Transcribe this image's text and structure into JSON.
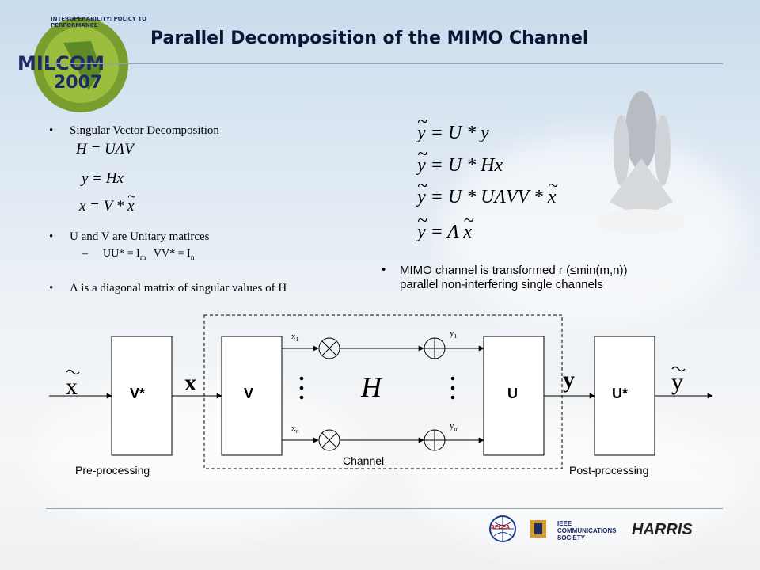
{
  "title": "Parallel Decomposition of the MIMO Channel",
  "logo": {
    "top_text": "INTEROPERABILITY: POLICY TO PERFORMANCE",
    "brand": "MILCOM",
    "year": "2007"
  },
  "left_bullets": {
    "svd_label": "Singular Vector Decomposition",
    "eq1": "H = UΛV",
    "eq2": "y = Hx",
    "eq3_left": "x = V *",
    "eq3_var": "x",
    "unitary": "U and V are Unitary matirces",
    "unitary_sub_a": "UU* = I",
    "unitary_sub_a_idx": "m",
    "unitary_sub_b": "VV* = I",
    "unitary_sub_b_idx": "n",
    "lambda": "Λ is a diagonal matrix of singular values of H"
  },
  "right_equations": {
    "e1": "= U * y",
    "e2": "= U * Hx",
    "e3": "= U * UΛVV *",
    "e3_tail": "x",
    "e4": "= Λ",
    "e4_tail": "x",
    "lhs": "y"
  },
  "mimo_note_line1": "MIMO channel is transformed r (≤min(m,n))",
  "mimo_note_line2": "parallel non-interfering single channels",
  "diagram": {
    "input_label": "x",
    "box1": "V*",
    "mid_label": "x",
    "box2": "V",
    "x1": "x",
    "x1_idx": "1",
    "xn": "x",
    "xn_idx": "n",
    "channel_H": "H",
    "y1": "y",
    "y1_idx": "1",
    "ym": "y",
    "ym_idx": "m",
    "box3": "U",
    "y_label": "y",
    "box4": "U*",
    "output_label": "y",
    "pre": "Pre-processing",
    "channel": "Channel",
    "post": "Post-processing"
  },
  "sponsors": {
    "afcea": "AFCEA",
    "ieee_line1": "IEEE",
    "ieee_line2": "COMMUNICATIONS",
    "ieee_line3": "SOCIETY",
    "harris": "HARRIS"
  }
}
